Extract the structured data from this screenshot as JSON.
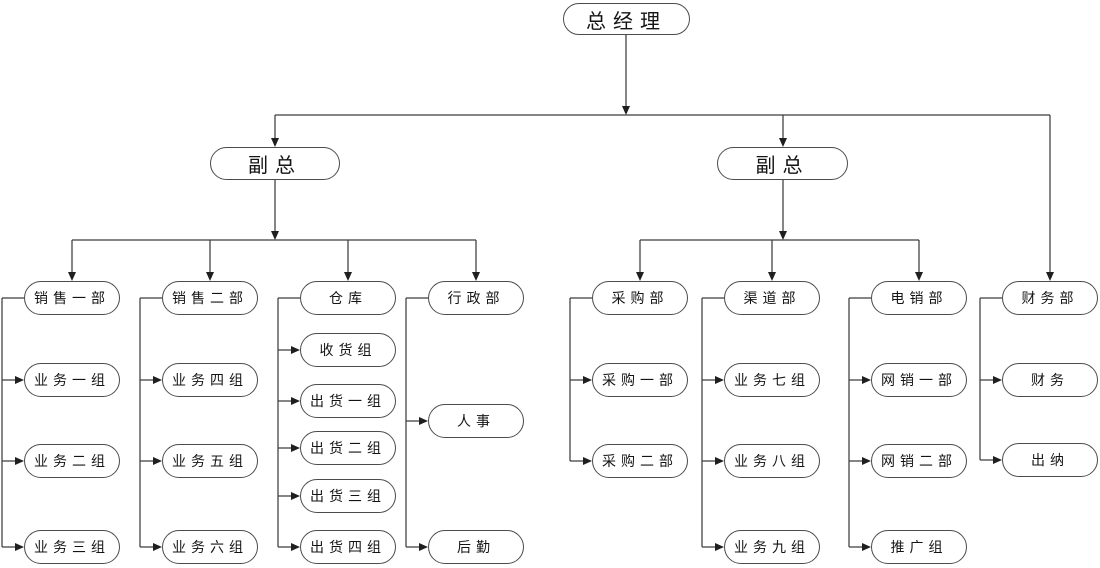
{
  "colors": {
    "background": "#ffffff",
    "line": "#3d3d3d",
    "arrow_fill": "#1f1f1f",
    "box_border": "#4c4c4c",
    "box_fill": "#ffffff",
    "text": "#141414"
  },
  "org_chart": {
    "root": {
      "id": "general-manager",
      "label": "总经理"
    },
    "vice_gms": [
      {
        "id": "vice-gm-left",
        "label": "副总",
        "departments": [
          "sales-dept-1",
          "sales-dept-2",
          "warehouse",
          "admin-dept"
        ]
      },
      {
        "id": "vice-gm-right",
        "label": "副总",
        "departments": [
          "purchasing-dept",
          "channel-dept",
          "telesales-dept"
        ]
      }
    ],
    "top_line_departments": [
      "finance-dept"
    ],
    "departments": [
      {
        "id": "sales-dept-1",
        "label": "销售一部",
        "children": [
          {
            "id": "biz-group-1",
            "label": "业务一组"
          },
          {
            "id": "biz-group-2",
            "label": "业务二组"
          },
          {
            "id": "biz-group-3",
            "label": "业务三组"
          }
        ]
      },
      {
        "id": "sales-dept-2",
        "label": "销售二部",
        "children": [
          {
            "id": "biz-group-4",
            "label": "业务四组"
          },
          {
            "id": "biz-group-5",
            "label": "业务五组"
          },
          {
            "id": "biz-group-6",
            "label": "业务六组"
          }
        ]
      },
      {
        "id": "warehouse",
        "label": "仓库",
        "children": [
          {
            "id": "receiving-group",
            "label": "收货组"
          },
          {
            "id": "shipping-group-1",
            "label": "出货一组"
          },
          {
            "id": "shipping-group-2",
            "label": "出货二组"
          },
          {
            "id": "shipping-group-3",
            "label": "出货三组"
          },
          {
            "id": "shipping-group-4",
            "label": "出货四组"
          }
        ]
      },
      {
        "id": "admin-dept",
        "label": "行政部",
        "children": [
          {
            "id": "hr-group",
            "label": "人事"
          },
          {
            "id": "logistics-group",
            "label": "后勤"
          }
        ]
      },
      {
        "id": "purchasing-dept",
        "label": "采购部",
        "children": [
          {
            "id": "purchasing-sec-1",
            "label": "采购一部"
          },
          {
            "id": "purchasing-sec-2",
            "label": "采购二部"
          }
        ]
      },
      {
        "id": "channel-dept",
        "label": "渠道部",
        "children": [
          {
            "id": "biz-group-7",
            "label": "业务七组"
          },
          {
            "id": "biz-group-8",
            "label": "业务八组"
          },
          {
            "id": "biz-group-9",
            "label": "业务九组"
          }
        ]
      },
      {
        "id": "telesales-dept",
        "label": "电销部",
        "children": [
          {
            "id": "online-sales-1",
            "label": "网销一部"
          },
          {
            "id": "online-sales-2",
            "label": "网销二部"
          },
          {
            "id": "promotion-group",
            "label": "推广组"
          }
        ]
      },
      {
        "id": "finance-dept",
        "label": "财务部",
        "children": [
          {
            "id": "finance-group",
            "label": "财务"
          },
          {
            "id": "cashier-group",
            "label": "出纳"
          }
        ]
      }
    ]
  }
}
